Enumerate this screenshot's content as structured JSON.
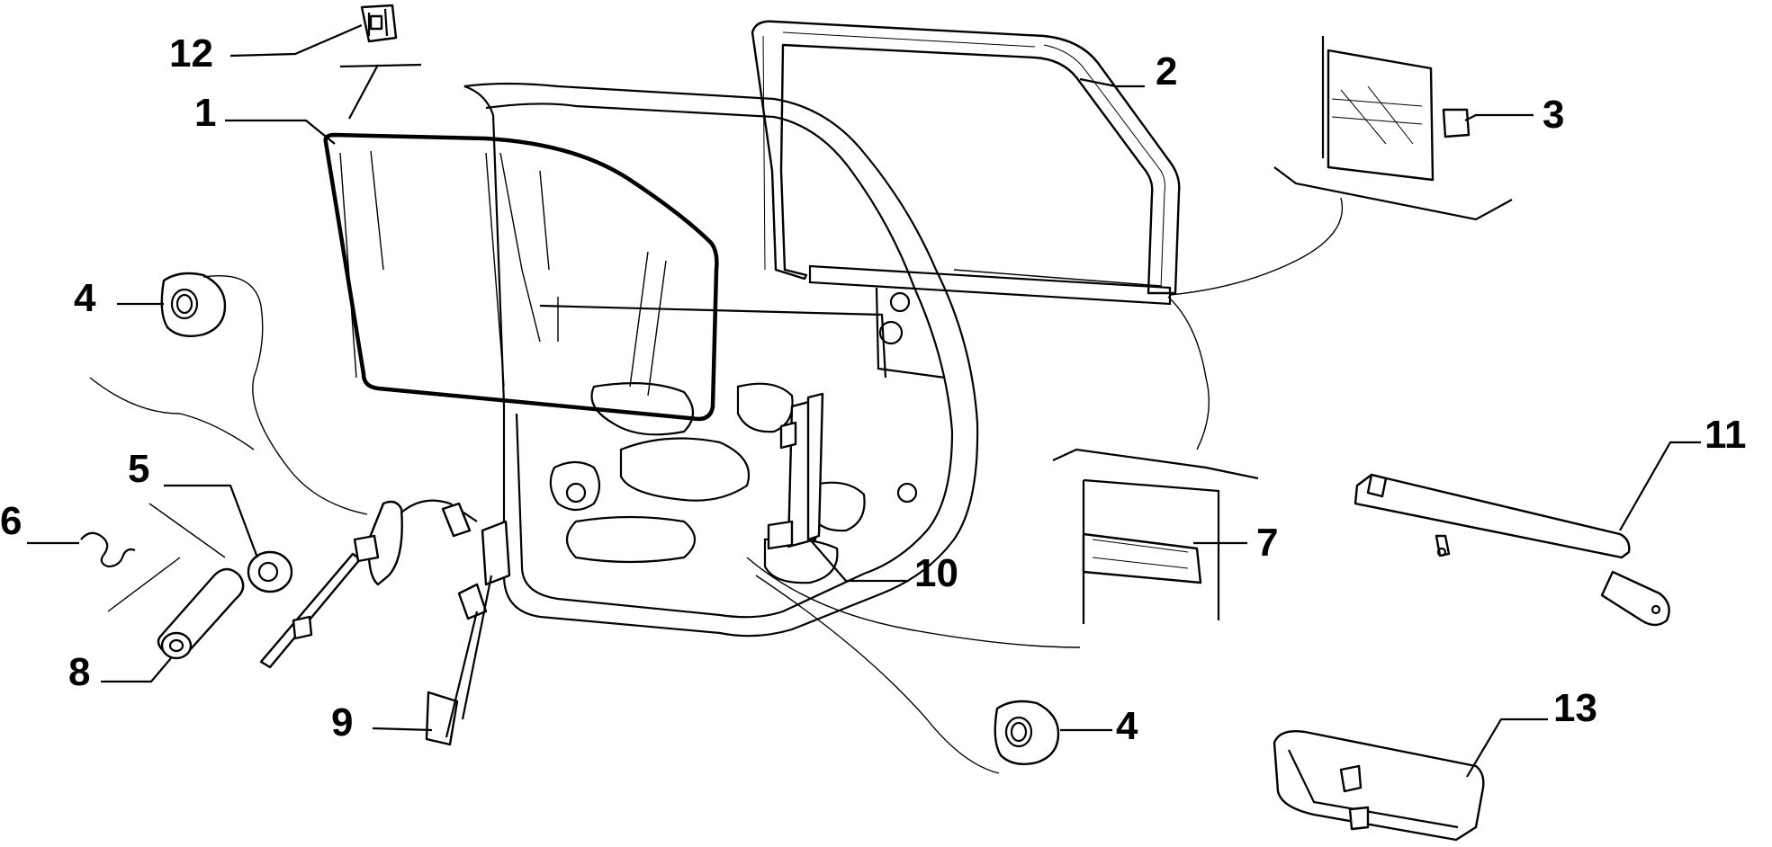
{
  "diagram": {
    "callouts": [
      {
        "id": "c1",
        "text": "1"
      },
      {
        "id": "c2",
        "text": "2"
      },
      {
        "id": "c3",
        "text": "3"
      },
      {
        "id": "c4a",
        "text": "4"
      },
      {
        "id": "c4b",
        "text": "4"
      },
      {
        "id": "c5",
        "text": "5"
      },
      {
        "id": "c6",
        "text": "6"
      },
      {
        "id": "c7",
        "text": "7"
      },
      {
        "id": "c8",
        "text": "8"
      },
      {
        "id": "c9",
        "text": "9"
      },
      {
        "id": "c10",
        "text": "10"
      },
      {
        "id": "c11",
        "text": "11"
      },
      {
        "id": "c12",
        "text": "12"
      },
      {
        "id": "c13",
        "text": "13"
      }
    ]
  }
}
